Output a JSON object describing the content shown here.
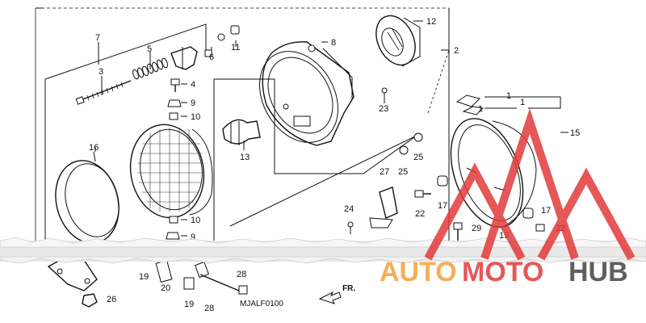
{
  "callouts": {
    "n1a": "1",
    "n1b": "1",
    "n1c": "1",
    "n2": "2",
    "n3": "3",
    "n4": "4",
    "n5": "5",
    "n6": "6",
    "n7": "7",
    "n8": "8",
    "n9a": "9",
    "n9b": "9",
    "n10a": "10",
    "n10b": "10",
    "n11": "11",
    "n12": "12",
    "n13": "13",
    "n15": "15",
    "n16": "16",
    "n17a": "17",
    "n17b": "17",
    "n19a": "19",
    "n19b": "19",
    "n19c": "19",
    "n20": "20",
    "n22a": "22",
    "n22b": "22",
    "n23": "23",
    "n24": "24",
    "n25a": "25",
    "n25b": "25",
    "n26": "26",
    "n27": "27",
    "n28a": "28",
    "n28b": "28",
    "n29": "29"
  },
  "diagram_code": "MJALF0100",
  "direction_label": "FR.",
  "watermark": {
    "text_auto": "AUTO",
    "text_moto": "MOTO",
    "text_hub": "HUB",
    "color_red": "#e23a3a",
    "color_orange": "#f2a23a",
    "color_dark": "#444444"
  }
}
